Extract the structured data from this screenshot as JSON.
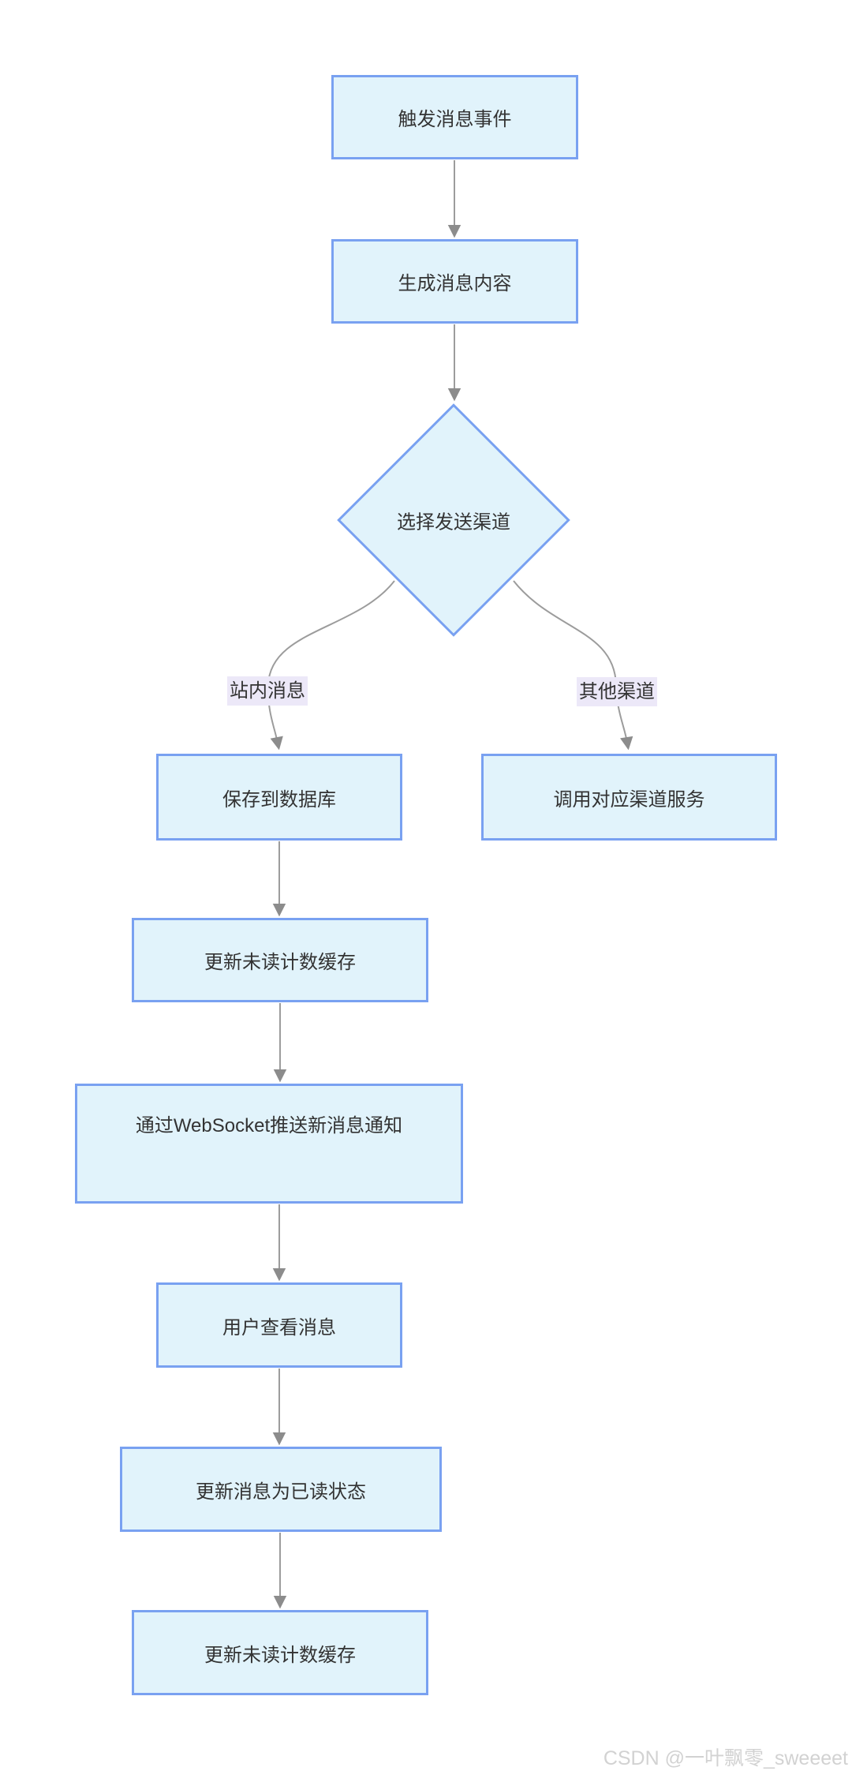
{
  "diagram": {
    "nodes": {
      "trigger": {
        "label": "触发消息事件"
      },
      "generate": {
        "label": "生成消息内容"
      },
      "choose": {
        "label": "选择发送渠道"
      },
      "save_db": {
        "label": "保存到数据库"
      },
      "call_channel": {
        "label": "调用对应渠道服务"
      },
      "update_unread_1": {
        "label": "更新未读计数缓存"
      },
      "websocket_push": {
        "label": "通过WebSocket推送新消息通知"
      },
      "view_message": {
        "label": "用户查看消息"
      },
      "mark_read": {
        "label": "更新消息为已读状态"
      },
      "update_unread_2": {
        "label": "更新未读计数缓存"
      }
    },
    "edge_labels": {
      "in_site": "站内消息",
      "other_channel": "其他渠道"
    },
    "edges": [
      {
        "from": "trigger",
        "to": "generate"
      },
      {
        "from": "generate",
        "to": "choose"
      },
      {
        "from": "choose",
        "to": "save_db",
        "label": "站内消息"
      },
      {
        "from": "choose",
        "to": "call_channel",
        "label": "其他渠道"
      },
      {
        "from": "save_db",
        "to": "update_unread_1"
      },
      {
        "from": "update_unread_1",
        "to": "websocket_push"
      },
      {
        "from": "websocket_push",
        "to": "view_message"
      },
      {
        "from": "view_message",
        "to": "mark_read"
      },
      {
        "from": "mark_read",
        "to": "update_unread_2"
      }
    ],
    "colors": {
      "node_fill": "#e1f3fb",
      "node_border": "#79a1f1",
      "edge_line": "#9c9c9c",
      "arrowhead": "#8c8c8c",
      "edge_label_bg": "#ece8f8",
      "text": "#333333"
    }
  },
  "watermark": "CSDN @一叶飘零_sweeeet"
}
